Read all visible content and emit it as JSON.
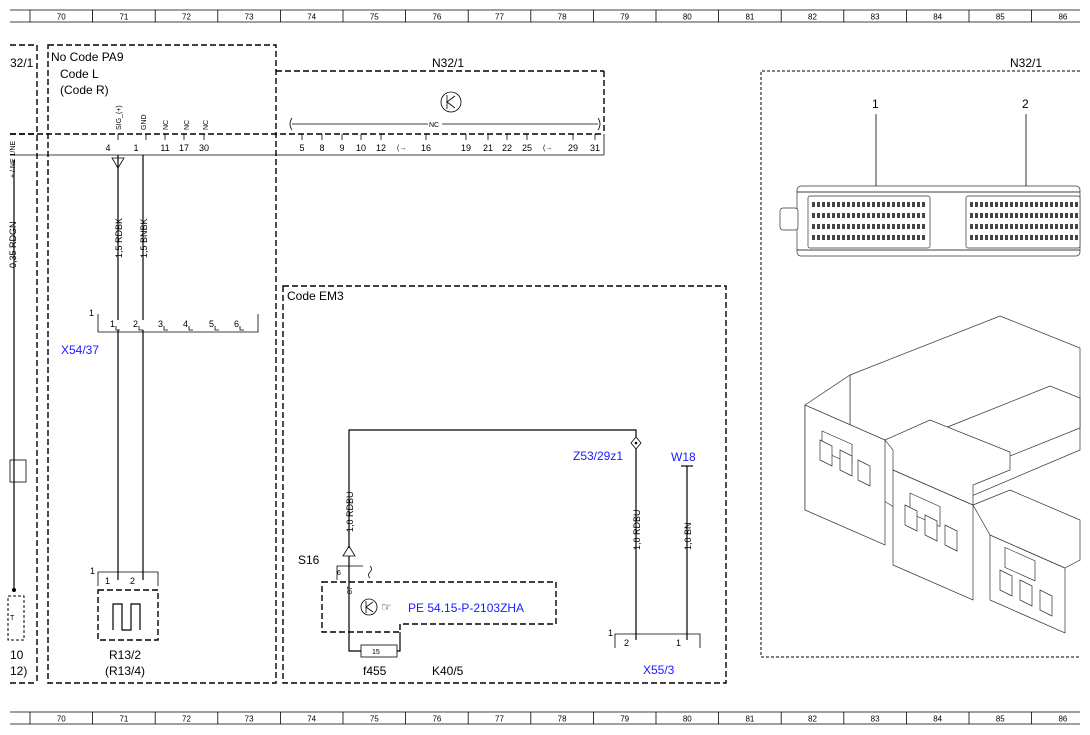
{
  "ruler": {
    "columns": [
      "70",
      "71",
      "72",
      "73",
      "74",
      "75",
      "76",
      "77",
      "78",
      "79",
      "80",
      "81",
      "82",
      "83",
      "84",
      "85",
      "86"
    ]
  },
  "left_edge": {
    "label_n32_1": "32/1",
    "wire_cut": "0,35 RDGN",
    "wire_top": "+ / NE 1/NE",
    "bottom_10": "10",
    "bottom_12": "12)",
    "tee_label": "T"
  },
  "pa9_box": {
    "title": "No  Code PA9",
    "code_l": "Code L",
    "code_r": "(Code R)"
  },
  "n32_top": {
    "title": "N32/1",
    "pin_sig_label": "SIG_(+)",
    "pin_gnd_label": "GND",
    "nc_label": "NC",
    "pins_left": [
      "4",
      "1",
      "11",
      "17",
      "30"
    ],
    "pins_right": [
      "5",
      "8",
      "9",
      "10",
      "12",
      "16",
      "19",
      "21",
      "22",
      "25",
      "29",
      "31"
    ]
  },
  "wires": {
    "w1": "1,5 RDBK",
    "w2": "1,5 BNBK"
  },
  "x54": {
    "name": "X54/37",
    "pin_first": "1",
    "pins": [
      "1",
      "2",
      "3",
      "4",
      "5",
      "6"
    ]
  },
  "r13": {
    "pin_first": "1",
    "pins": [
      "1",
      "2"
    ],
    "name": "R13/2",
    "alt": "(R13/4)"
  },
  "em3": {
    "title": "Code EM3",
    "s16": "S16",
    "s16_pins": [
      "6",
      "87"
    ],
    "reference": "PE 54.15-P-2103ZHA",
    "fuse_value": "15",
    "fuse_name": "f455",
    "relay": "K40/5",
    "wire_rdbu_left": "1,0 RDBU",
    "splice": "Z53/29z1",
    "wire_rdbu_right": "1,0 RDBU",
    "ground": "W18",
    "wire_bn": "1,0 BN",
    "x55": "X55/3",
    "x55_first": "1",
    "x55_pins": [
      "2",
      "1"
    ]
  },
  "connector_view": {
    "title": "N32/1",
    "plug_1": "1",
    "plug_2": "2"
  },
  "colors": {
    "reference_blue": "#1a1aff",
    "line": "#000000"
  }
}
